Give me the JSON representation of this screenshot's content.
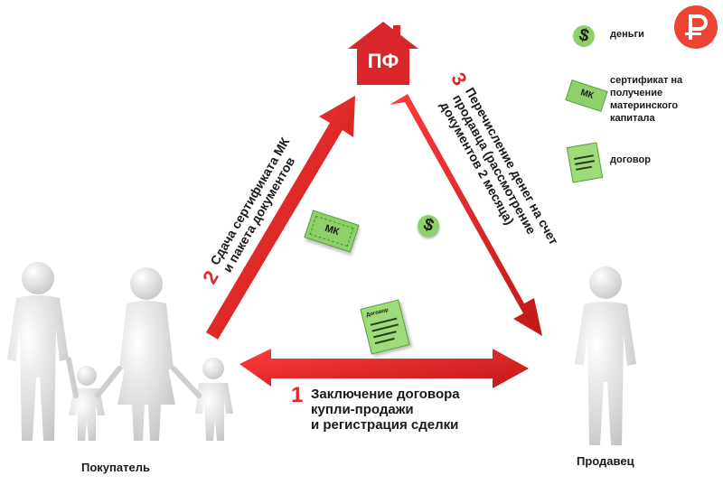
{
  "hub": {
    "label": "ПФ"
  },
  "steps": [
    {
      "number": "1",
      "lines": [
        "Заключение договора",
        "купли-продажи",
        "и регистрация сделки"
      ]
    },
    {
      "number": "2",
      "lines": [
        "Сдача сертификата МК",
        "и пакета документов"
      ]
    },
    {
      "number": "3",
      "lines": [
        "Перечисление денег на счет",
        "продавца (рассмотрение",
        "документов 2 месяца)"
      ]
    }
  ],
  "legend": [
    {
      "icon": "dollar-bill-icon",
      "label": "деньги"
    },
    {
      "icon": "certificate-icon",
      "label": "сертификат на получение материнского капитала"
    },
    {
      "icon": "contract-document-icon",
      "label": "договор"
    }
  ],
  "icon_text": {
    "certificate": "МК",
    "contract": "Договор",
    "money": "$"
  },
  "participants": {
    "buyer": "Покупатель",
    "seller": "Продавец"
  },
  "colors": {
    "arrow": "#e02a2a",
    "hub": "#d9262b",
    "green": "#8ed16a",
    "logo": "#ee4433"
  }
}
